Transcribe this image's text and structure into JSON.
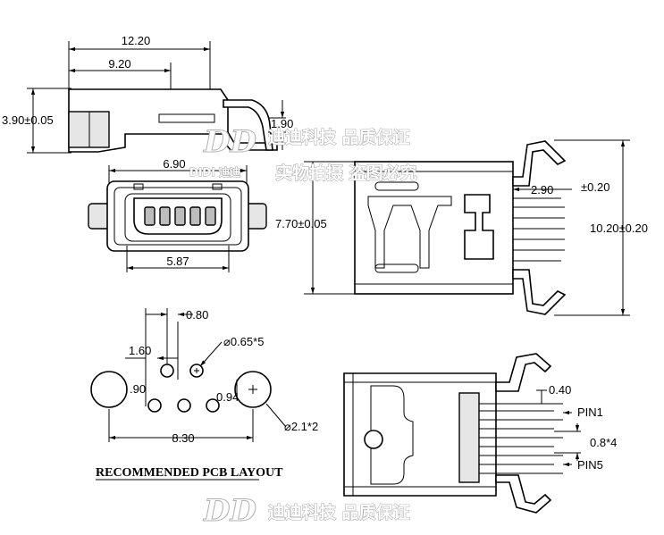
{
  "watermark": {
    "line1": "迪迪科技 品质保证",
    "line2": "实物拍摄 盗图必究",
    "logo_text": "DIDI 迪迪"
  },
  "side_view": {
    "total_length": "12.20",
    "body_length": "9.20",
    "height": "3.90±0.05",
    "tab_height": "1.90"
  },
  "front_view": {
    "outer_width": "6.90",
    "inner_width": "5.87"
  },
  "top_view": {
    "body_depth": "7.70±0.05",
    "leg_offset": "2.90",
    "leg_tol": "±0.20",
    "total_width": "10.20±0.20"
  },
  "pcb_layout": {
    "pitch": "0.80",
    "row_offset": "1.60",
    "pin_hole": "⌀0.65*5",
    "row_gap": ".90",
    "peg_gap": "0.94",
    "peg_span": "8.30",
    "peg_hole": "⌀2.1*2",
    "title": "RECOMMENDED PCB LAYOUT"
  },
  "bottom_view": {
    "pin_width": "0.40",
    "pin1": "PIN1",
    "pin_pitch": "0.8*4",
    "pin5": "PIN5"
  }
}
